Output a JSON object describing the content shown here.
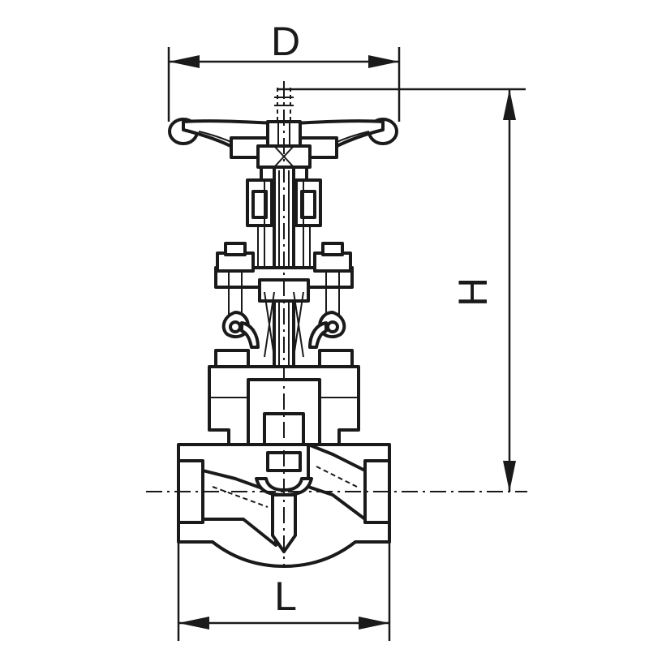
{
  "dimensions": {
    "d_label": "D",
    "h_label": "H",
    "l_label": "L"
  },
  "colors": {
    "line": "#1a1a1a",
    "background": "#ffffff"
  }
}
